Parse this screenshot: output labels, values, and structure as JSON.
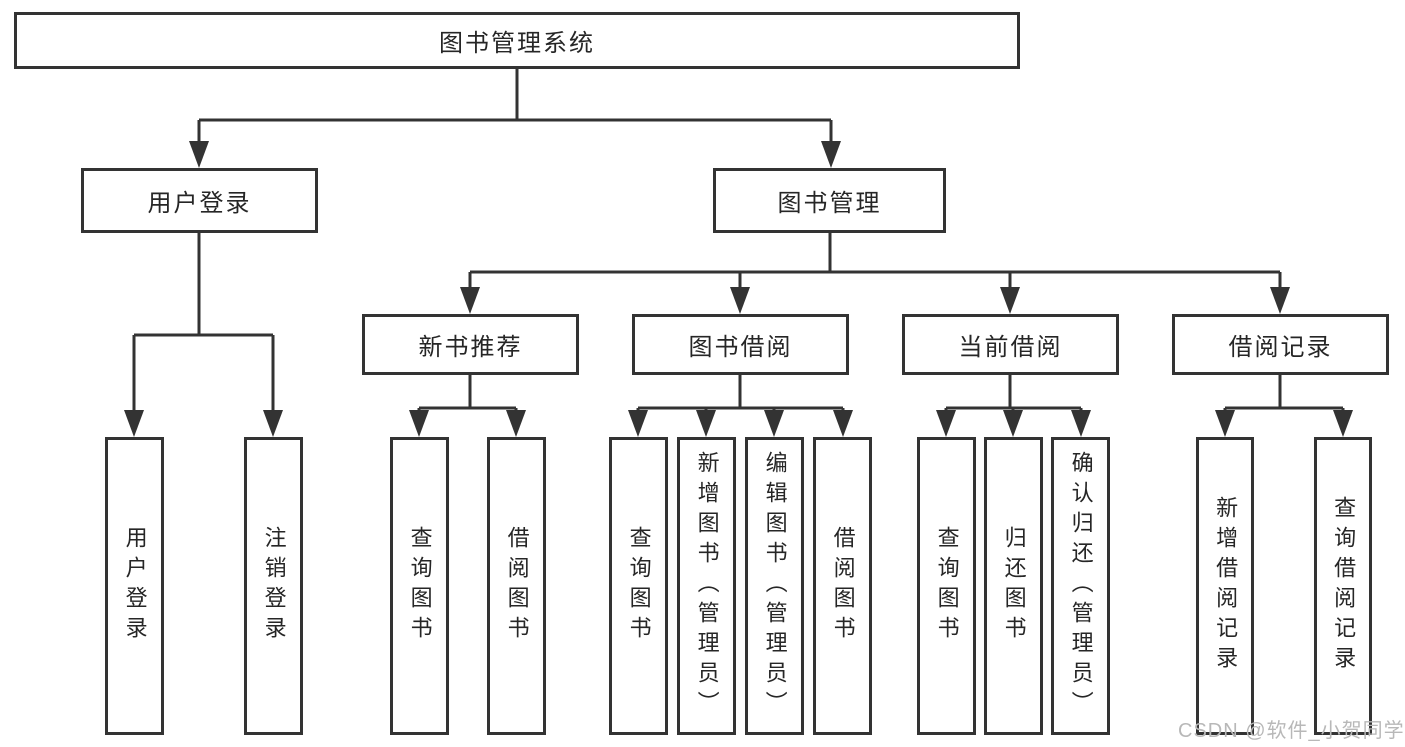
{
  "diagram": {
    "root": {
      "label": "图书管理系统"
    },
    "branches": [
      {
        "label": "用户登录",
        "children": [
          "用户登录",
          "注销登录"
        ]
      },
      {
        "label": "图书管理",
        "groups": [
          {
            "label": "新书推荐",
            "children": [
              "查询图书",
              "借阅图书"
            ]
          },
          {
            "label": "图书借阅",
            "children": [
              "查询图书",
              "新增图书（管理员）",
              "编辑图书（管理员）",
              "借阅图书"
            ]
          },
          {
            "label": "当前借阅",
            "children": [
              "查询图书",
              "归还图书",
              "确认归还（管理员）"
            ]
          },
          {
            "label": "借阅记录",
            "children": [
              "新增借阅记录",
              "查询借阅记录"
            ]
          }
        ]
      }
    ],
    "watermark": "CSDN @软件_小贺同学",
    "colors": {
      "line": "#333333",
      "text": "#262626",
      "box_background": "#ffffff",
      "watermark": "#b8b8b8"
    }
  }
}
